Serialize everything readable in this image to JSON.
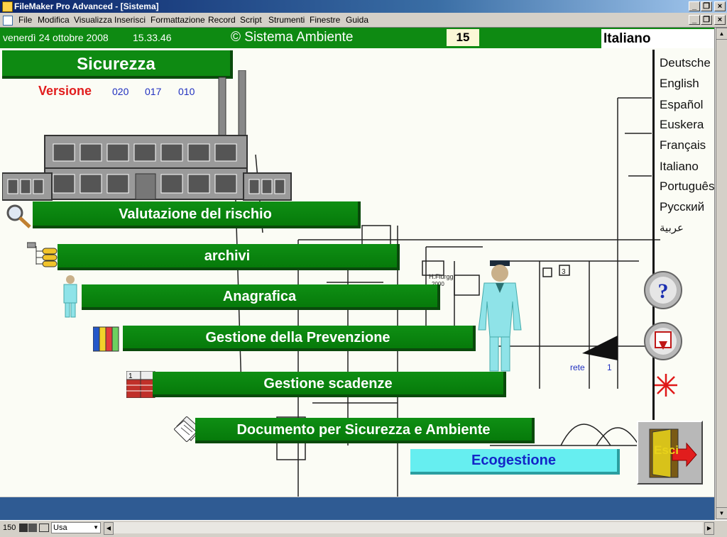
{
  "window": {
    "title": "FileMaker Pro Advanced - [Sistema]"
  },
  "menu": [
    "File",
    "Modifica",
    "Visualizza",
    "Inserisci",
    "Formattazione",
    "Record",
    "Script",
    "Strumenti",
    "Finestre",
    "Guida"
  ],
  "header": {
    "date": "venerdì 24 ottobre 2008",
    "time": "15.33.46",
    "brand": "© Sistema Ambiente",
    "counter": "15",
    "language": "Italiano"
  },
  "module": {
    "title": "Sicurezza",
    "version_label": "Versione",
    "versions": [
      "020",
      "017",
      "010"
    ]
  },
  "buttons": {
    "valutazione": "Valutazione del rischio",
    "archivi": "archivi",
    "anagrafica": "Anagrafica",
    "prevenzione": "Gestione della Prevenzione",
    "scadenze": "Gestione scadenze",
    "documento": "Documento per Sicurezza e Ambiente",
    "ecogestione": "Ecogestione",
    "esci": "Esci"
  },
  "languages": [
    "Deutsche",
    "English",
    "Español",
    "Euskera",
    "Français",
    "Italiano",
    "Português",
    "Русский",
    "عربية"
  ],
  "network": {
    "label": "rete",
    "value": "1"
  },
  "status": {
    "zoom": "150",
    "mode": "Usa"
  },
  "drawing_labels": {
    "plan_text": "H.Flurgg",
    "plan_year": "2000",
    "room_num": "3"
  },
  "colors": {
    "green": "#0e8a12",
    "cyan": "#66eef0",
    "red": "#e11d1d",
    "blue": "#2f5b93"
  }
}
